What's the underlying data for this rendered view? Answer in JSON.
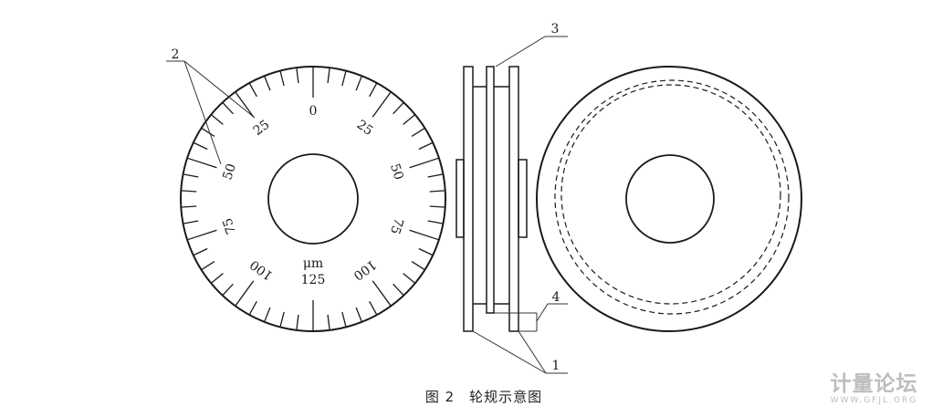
{
  "figure": {
    "caption": "图 2　轮规示意图",
    "callouts": {
      "one": "1",
      "two": "2",
      "three": "3",
      "four": "4"
    }
  },
  "dial": {
    "unit": "μm",
    "division_count": 50,
    "major_every": 5,
    "labels": [
      {
        "text": "0",
        "angle_deg": 0
      },
      {
        "text": "25",
        "angle_deg": 36
      },
      {
        "text": "50",
        "angle_deg": 72
      },
      {
        "text": "75",
        "angle_deg": 108
      },
      {
        "text": "100",
        "angle_deg": 144
      },
      {
        "text": "125",
        "angle_deg": 180
      },
      {
        "text": "100",
        "angle_deg": -144
      },
      {
        "text": "75",
        "angle_deg": -108
      },
      {
        "text": "50",
        "angle_deg": -72
      },
      {
        "text": "25",
        "angle_deg": -36
      }
    ]
  },
  "watermark": {
    "title": "计量论坛",
    "url": "WWW.GFJL.ORG"
  },
  "colors": {
    "line": "#1a1a1a",
    "watermark": "#bdbdbd"
  }
}
